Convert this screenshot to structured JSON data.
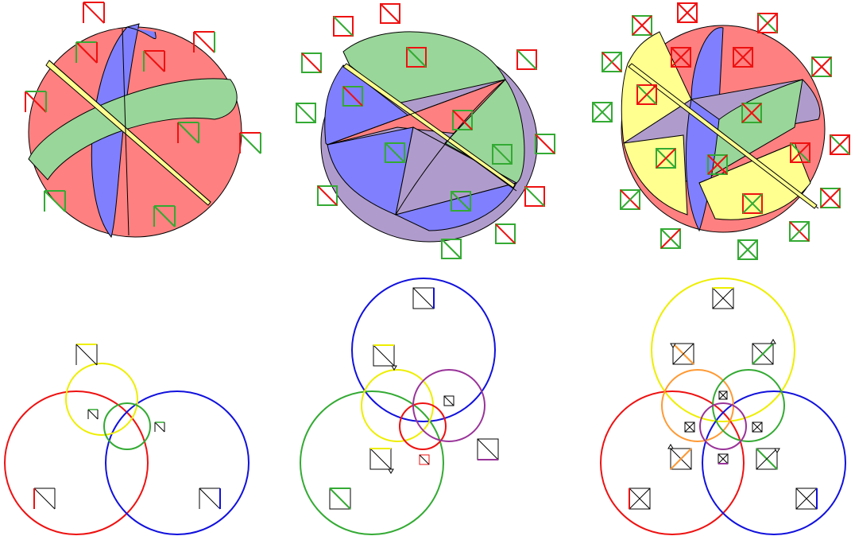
{
  "colors": {
    "red": "#ff8080",
    "blue": "#8080ff",
    "green": "#99d699",
    "purple": "#b09ccc",
    "yellow": "#ffff90",
    "edge": "#000000",
    "line_red": "#ee1111",
    "line_blue": "#1111dd",
    "line_green": "#33aa33",
    "line_yellow": "#eeee00",
    "line_purple": "#993399",
    "line_orange": "#ff9933"
  },
  "panels": [
    {
      "id": "sphere-2-regions",
      "kind": "sphere"
    },
    {
      "id": "sphere-3-regions",
      "kind": "sphere"
    },
    {
      "id": "sphere-4-regions",
      "kind": "sphere"
    },
    {
      "id": "venn-3-circles",
      "kind": "circles",
      "circles": [
        "red",
        "blue",
        "yellow",
        "green"
      ]
    },
    {
      "id": "venn-5-circles",
      "kind": "circles",
      "circles": [
        "blue",
        "green",
        "yellow",
        "red",
        "purple"
      ]
    },
    {
      "id": "venn-7-circles",
      "kind": "circles",
      "circles": [
        "yellow",
        "red",
        "blue",
        "orange",
        "green",
        "purple"
      ]
    }
  ]
}
